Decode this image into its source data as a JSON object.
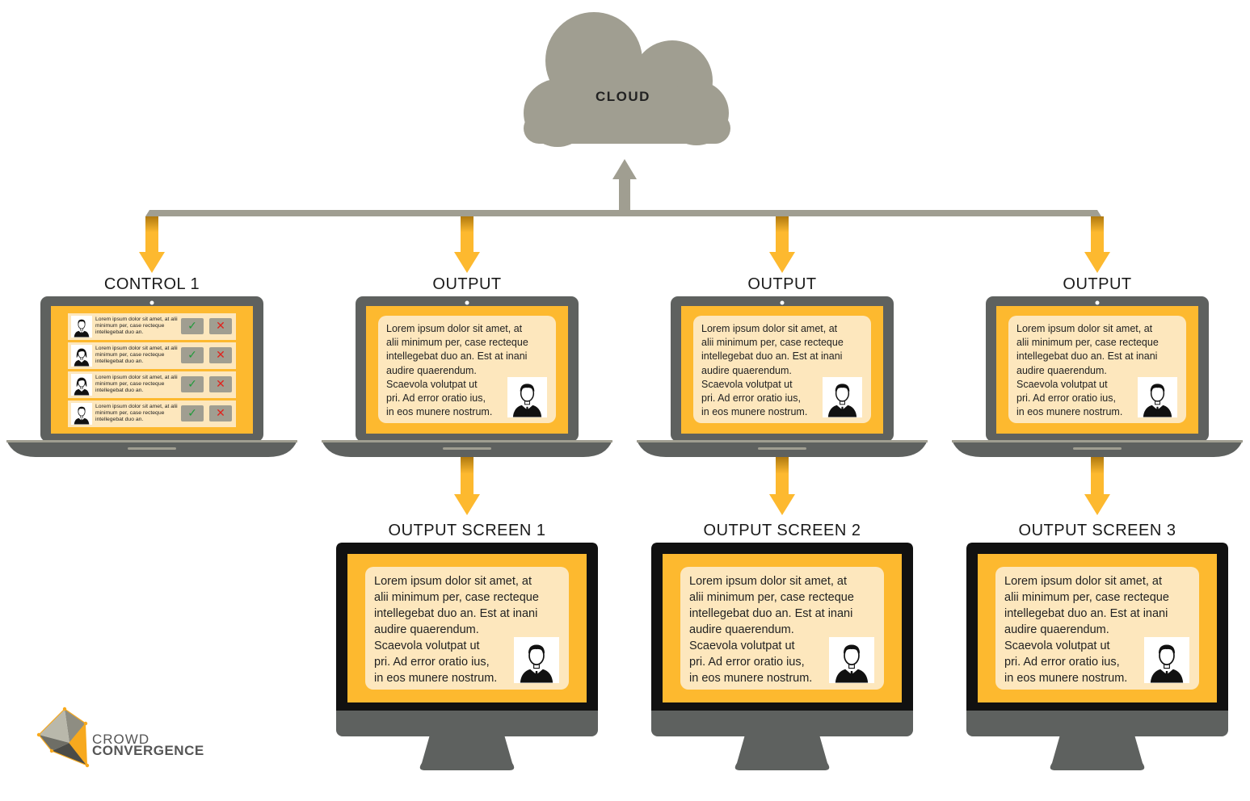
{
  "cloud": {
    "label": "CLOUD"
  },
  "control": {
    "label": "CONTROL 1",
    "rows": [
      {
        "avatar": "man",
        "text": "Lorem ipsum dolor sit amet, at alii minimum per, case recteque intellegebat duo an."
      },
      {
        "avatar": "woman",
        "text": "Lorem ipsum dolor sit amet, at alii minimum per, case recteque intellegebat duo an."
      },
      {
        "avatar": "woman",
        "text": "Lorem ipsum dolor sit amet, at alii minimum per, case recteque intellegebat duo an."
      },
      {
        "avatar": "man",
        "text": "Lorem ipsum dolor sit amet, at alii minimum per, case recteque intellegebat duo an."
      }
    ],
    "approve_glyph": "✓",
    "reject_glyph": "✕"
  },
  "outputs": [
    {
      "label": "OUTPUT",
      "screen_label": "OUTPUT SCREEN 1"
    },
    {
      "label": "OUTPUT",
      "screen_label": "OUTPUT SCREEN 2"
    },
    {
      "label": "OUTPUT",
      "screen_label": "OUTPUT SCREEN 3"
    }
  ],
  "message_text_lines": [
    "Lorem ipsum dolor sit amet, at",
    "alii minimum per, case recteque",
    "intellegebat duo an. Est at inani",
    "audire quaerendum.",
    "Scaevola volutpat ut",
    "pri. Ad error oratio ius,",
    "in eos munere nostrum."
  ],
  "logo": {
    "line1": "CROWD",
    "line2": "CONVERGENCE"
  },
  "colors": {
    "device_body": "#5e615f",
    "screen_yellow": "#fdb92f",
    "card": "#fde7bd",
    "cloud": "#a09e91",
    "connector": "#a09e91",
    "arrow_yellow": "#fdb92f",
    "arrow_dark": "#b07a10",
    "monitor_bezel": "#111111"
  }
}
